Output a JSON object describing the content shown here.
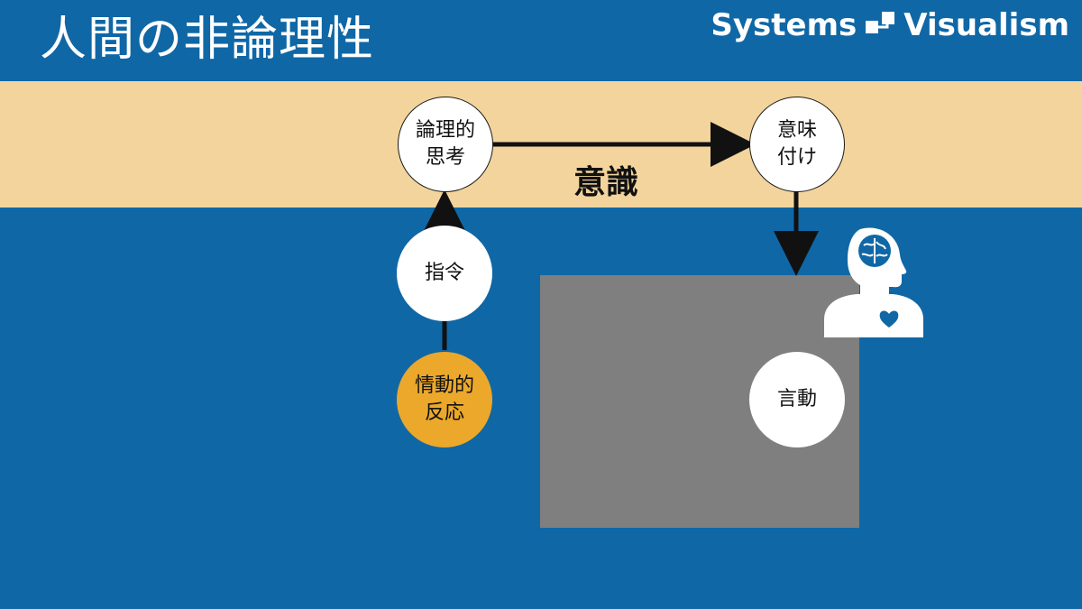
{
  "header": {
    "title": "人間の非論理性",
    "logo_left": "Systems",
    "logo_right": "Visualism",
    "logo_icon": "systems-visualism-logo-icon"
  },
  "band": {
    "label": "意識",
    "color": "#f2d49c"
  },
  "nodes": {
    "logical_thinking": "論理的\n思考",
    "meaning": "意味\n付け",
    "command": "指令",
    "emotional_reaction": "情動的\n反応",
    "behavior": "言動"
  },
  "icons": {
    "person": "person-brain-heart-icon"
  },
  "colors": {
    "background": "#0f67a6",
    "emotional_node": "#eba82a",
    "hidden_box": "#7f7f7f"
  }
}
